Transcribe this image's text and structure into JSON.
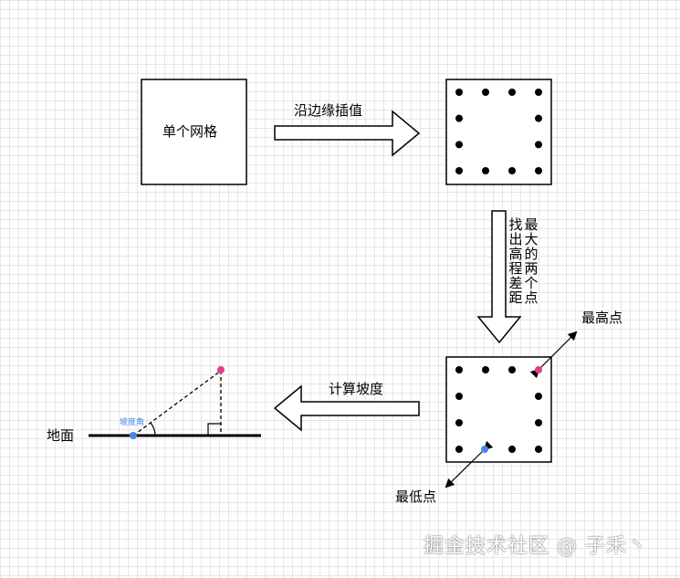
{
  "nodes": {
    "single_grid": "单个网格",
    "highest_point": "最高点",
    "lowest_point": "最低点",
    "ground": "地面",
    "slope_angle": "坡度角"
  },
  "arrows": {
    "interpolate": "沿边缘插值",
    "find_col1": "找出高程差距",
    "find_col2": "最大的两个点",
    "compute_slope": "计算坡度"
  },
  "colors": {
    "high_point": "#e0408a",
    "low_point": "#4a86e8"
  },
  "watermark": "掘金技术社区 @ 子禾丶"
}
